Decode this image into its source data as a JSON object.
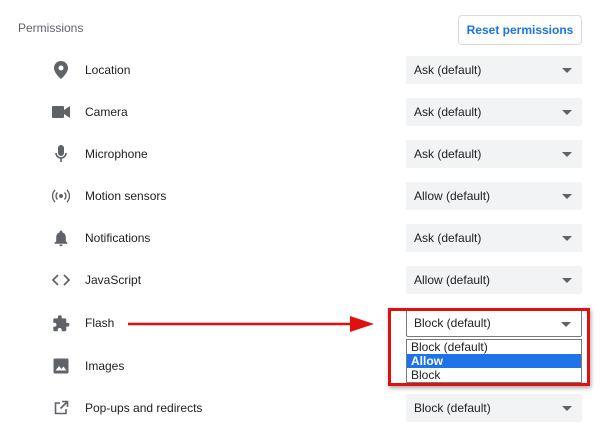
{
  "section": {
    "title": "Permissions",
    "reset_label": "Reset permissions"
  },
  "permissions": [
    {
      "label": "Location",
      "icon": "location-pin-icon",
      "value": "Ask (default)"
    },
    {
      "label": "Camera",
      "icon": "camera-icon",
      "value": "Ask (default)"
    },
    {
      "label": "Microphone",
      "icon": "microphone-icon",
      "value": "Ask (default)"
    },
    {
      "label": "Motion sensors",
      "icon": "motion-sensors-icon",
      "value": "Allow (default)"
    },
    {
      "label": "Notifications",
      "icon": "bell-icon",
      "value": "Ask (default)"
    },
    {
      "label": "JavaScript",
      "icon": "code-brackets-icon",
      "value": "Allow (default)"
    },
    {
      "label": "Flash",
      "icon": "puzzle-piece-icon",
      "value": "Block (default)"
    },
    {
      "label": "Images",
      "icon": "image-icon",
      "value": ""
    },
    {
      "label": "Pop-ups and redirects",
      "icon": "open-in-new-icon",
      "value": "Block (default)"
    }
  ],
  "flash_dropdown": {
    "options": [
      "Block (default)",
      "Allow",
      "Block"
    ],
    "highlighted": "Allow"
  },
  "colors": {
    "accent": "#1a73e8",
    "annotation": "#e01010",
    "select_bg": "#f1f3f4"
  }
}
